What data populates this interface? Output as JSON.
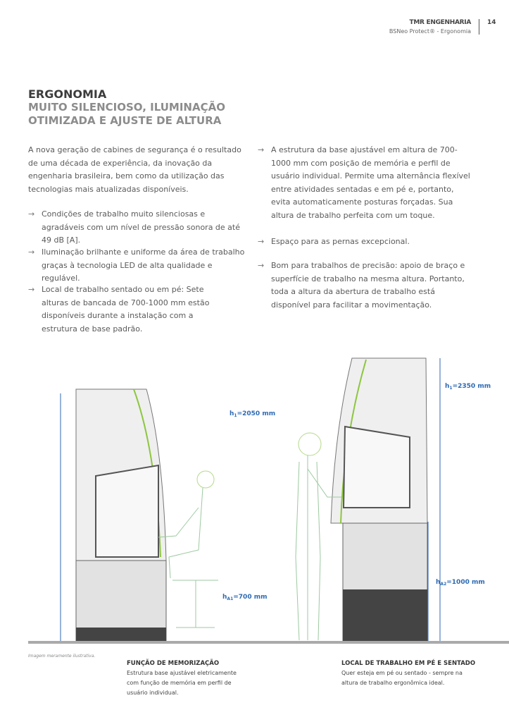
{
  "header": {
    "company": "TMR ENGENHARIA",
    "subtitle": "BSNeo Protect® - Ergonomia",
    "page": "14"
  },
  "title": "ERGONOMIA",
  "subtitle_lines": [
    "MUITO SILENCIOSO, ILUMINAÇÃO",
    "OTIMIZADA E AJUSTE DE ALTURA"
  ],
  "intro": "A nova geração de cabines de segurança é o resultado de uma década de experiência, da inovação da engenharia brasileira, bem como da utilização das tecnologias mais atualizadas disponíveis.",
  "left_bullets": [
    "Condições de trabalho muito silenciosas e agradáveis com um nível de pressão sonora de até 49 dB [A].",
    "Iluminação brilhante e uniforme da área de trabalho graças à tecnologia LED de alta qualidade e regulável.",
    "Local de trabalho sentado ou em pé: Sete alturas de bancada de 700-1000 mm estão disponíveis durante a instalação com a estrutura de base padrão."
  ],
  "right_bullets": [
    "A estrutura da base ajustável em altura de 700-1000 mm com posição de memória e perfil de usuário individual. Permite uma alternância flexível entre atividades sentadas e em pé e, portanto, evita automaticamente posturas forçadas. Sua altura de trabalho perfeita com um toque.",
    "Espaço para as pernas excepcional.",
    "Bom para trabalhos de precisão: apoio de braço e superfície de trabalho na mesma altura. Portanto, toda a altura da abertura de trabalho está disponível para facilitar a movimentação."
  ],
  "arrow": "→",
  "dimensions": {
    "h1_left": {
      "sym": "h",
      "sub": "1",
      "val": "=2050 mm"
    },
    "hA1": {
      "sym": "h",
      "sub": "A1",
      "val": "=700 mm"
    },
    "h1_right": {
      "sym": "h",
      "sub": "1",
      "val": "=2350 mm"
    },
    "hA2": {
      "sym": "h",
      "sub": "A2",
      "val": "=1000 mm"
    }
  },
  "note": "Imagem meramente ilustrativa.",
  "captions": [
    {
      "title": "FUNÇÃO DE MEMORIZAÇÃO",
      "text": "Estrutura base ajustável eletricamente com função de memória em perfil de usuário individual."
    },
    {
      "title": "LOCAL DE TRABALHO EM PÉ E SENTADO",
      "text": "Quer esteja em pé ou sentado - sempre na altura de trabalho ergonômica ideal."
    }
  ],
  "colors": {
    "accent_blue": "#2d6ab4",
    "green": "#8dc63f"
  }
}
